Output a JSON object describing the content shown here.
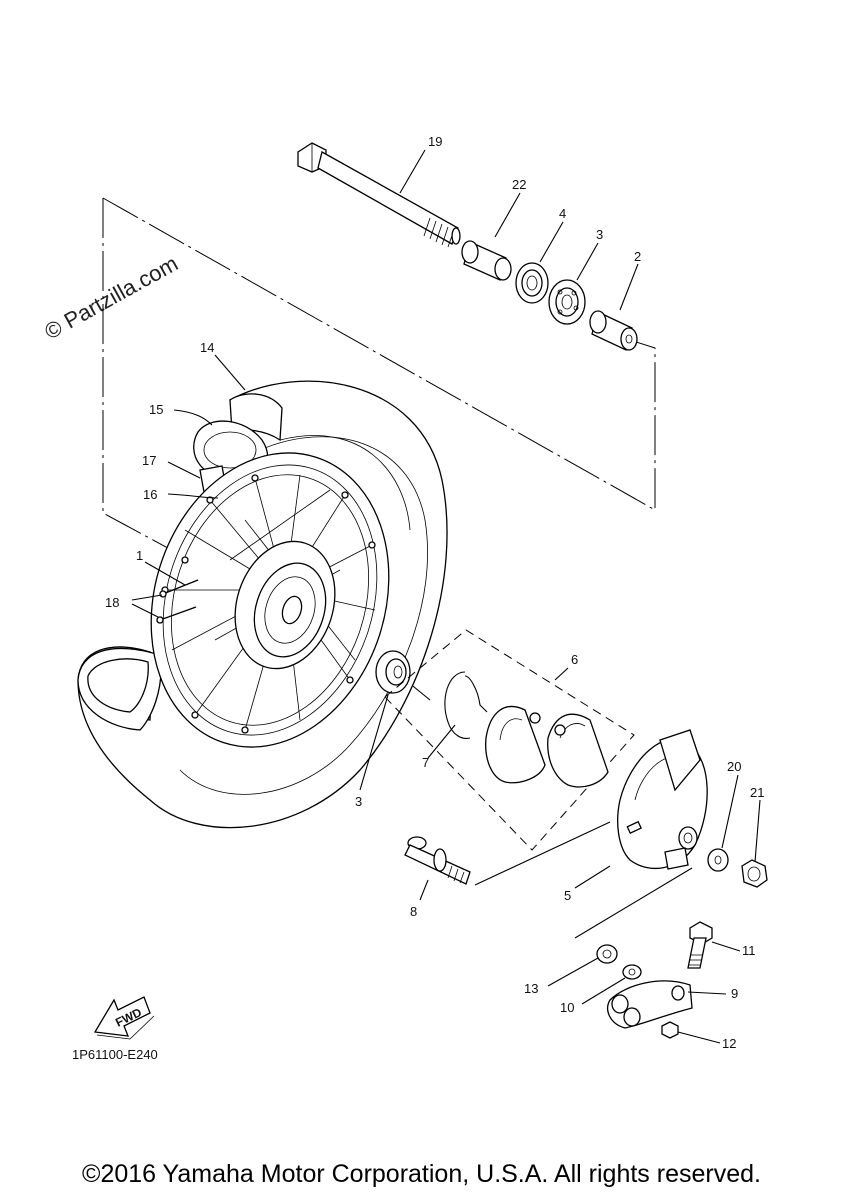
{
  "watermark": "© Partzilla.com",
  "diagram_code": "1P61100-E240",
  "fwd_label": "FWD",
  "copyright": "©2016 Yamaha Motor Corporation, U.S.A. All rights reserved.",
  "callouts": {
    "c1": "1",
    "c2": "2",
    "c3a": "3",
    "c3b": "3",
    "c4": "4",
    "c5": "5",
    "c6": "6",
    "c7": "7",
    "c8": "8",
    "c9": "9",
    "c10": "10",
    "c11": "11",
    "c12": "12",
    "c13": "13",
    "c14": "14",
    "c15": "15",
    "c16": "16",
    "c17": "17",
    "c18": "18",
    "c19": "19",
    "c20": "20",
    "c21": "21",
    "c22": "22"
  }
}
